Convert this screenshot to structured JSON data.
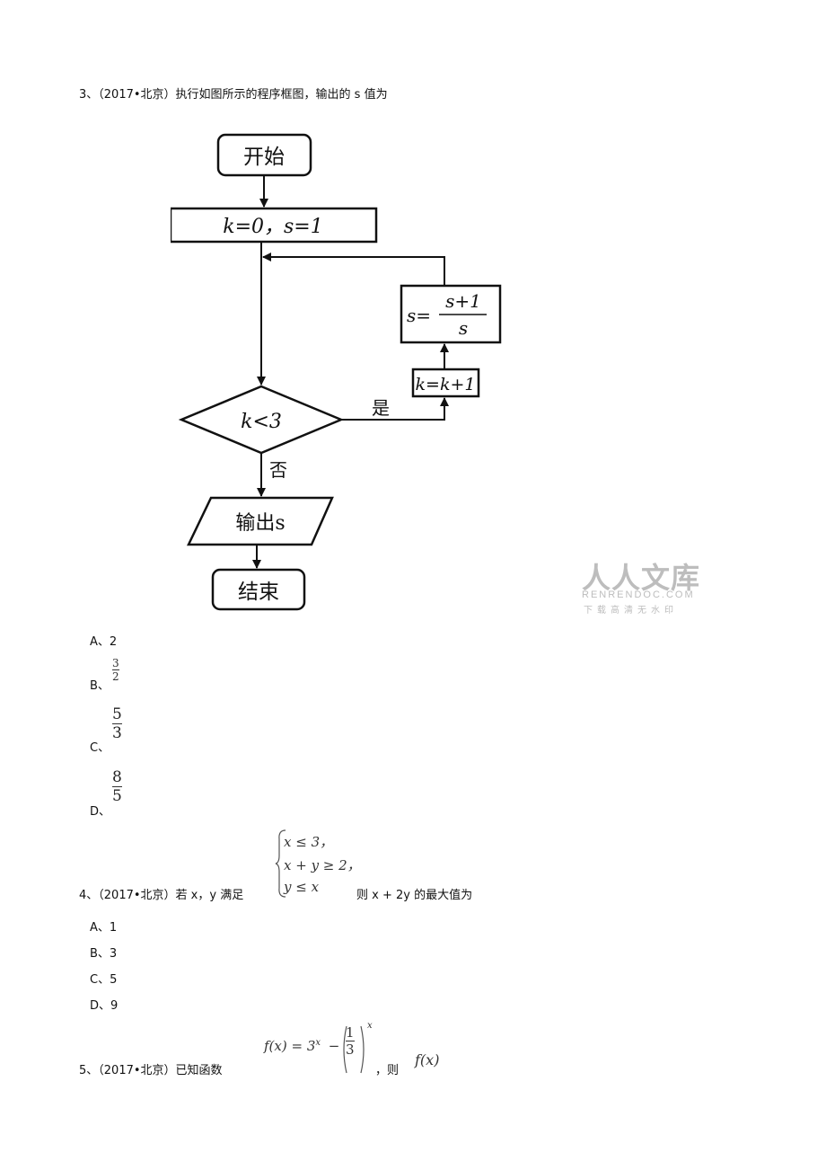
{
  "q3": {
    "number": "3、",
    "source": "（2017•北京）",
    "text": "执行如图所示的程序框图，输出的 s 值为",
    "flowchart": {
      "start": "开始",
      "init": "k=0，s=1",
      "condition": "k<3",
      "yes": "是",
      "no": "否",
      "increment": "k=k+1",
      "update_left": "s=",
      "update_num": "s+1",
      "update_den": "s",
      "output": "输出s",
      "end": "结束"
    },
    "options": [
      {
        "label": "A、",
        "value": "2"
      },
      {
        "label": "B、",
        "num": "3",
        "den": "2"
      },
      {
        "label": "C、",
        "num": "5",
        "den": "3"
      },
      {
        "label": "D、",
        "num": "8",
        "den": "5"
      }
    ]
  },
  "watermark": {
    "brand": "人人文库",
    "domain": "RENRENDOC.COM",
    "slogan": "下载高清无水印"
  },
  "q4": {
    "number": "4、",
    "source": "（2017•北京）",
    "pre": "若 x，y 满足",
    "constraints": [
      "x ≤ 3，",
      "x + y ≥ 2，",
      "y ≤ x"
    ],
    "post": "则 x + 2y 的最大值为",
    "options": [
      {
        "label": "A、",
        "value": "1"
      },
      {
        "label": "B、",
        "value": "3"
      },
      {
        "label": "C、",
        "value": "5"
      },
      {
        "label": "D、",
        "value": "9"
      }
    ]
  },
  "q5": {
    "number": "5、",
    "source": "（2017•北京）",
    "pre": "已知函数",
    "func": "f(x) = 3",
    "exp": "x",
    "minus": "−",
    "frac_num": "1",
    "frac_den": "3",
    "sep": "，则",
    "tail": "f(x)"
  }
}
